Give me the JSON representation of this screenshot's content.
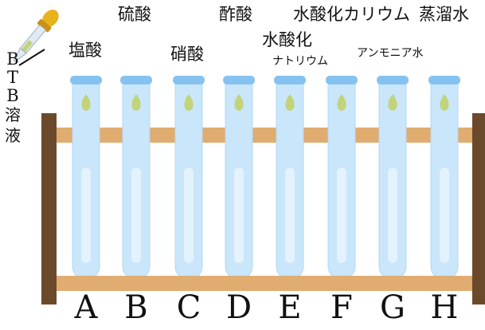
{
  "labels": {
    "hydrochloric": "塩酸",
    "sulfuric": "硫酸",
    "nitric": "硝酸",
    "acetic": "酢酸",
    "sodium_hydroxide_line1": "水酸化",
    "sodium_hydroxide_line2": "ナトリウム",
    "potassium_hydroxide": "水酸化カリウム",
    "ammonia": "アンモニア水",
    "distilled_water": "蒸溜水"
  },
  "indicator": {
    "char1": "B",
    "char2": "T",
    "char3": "B",
    "char4": "溶",
    "char5": "液"
  },
  "tubes": [
    "A",
    "B",
    "C",
    "D",
    "E",
    "F",
    "G",
    "H"
  ],
  "colors": {
    "tube_fill": "#c9e6fb",
    "tube_cap": "#86c2ef",
    "drop": "#c3d37a",
    "rack_wood": "#e0ac70",
    "rack_post": "#6b4a2b"
  }
}
